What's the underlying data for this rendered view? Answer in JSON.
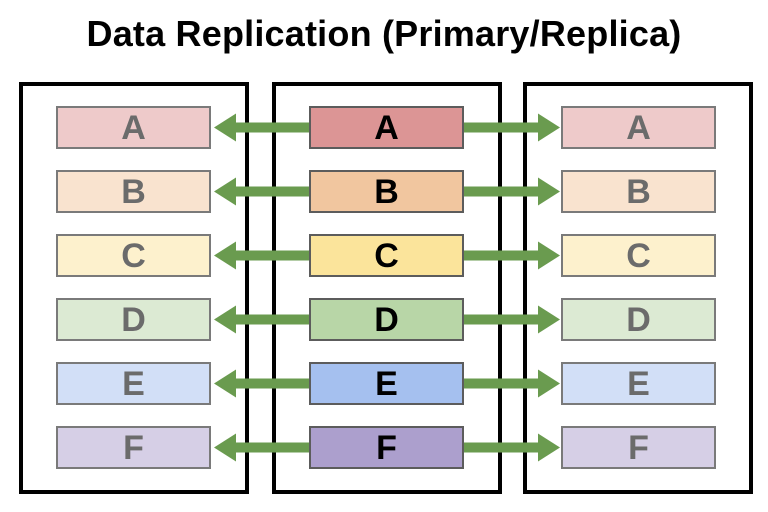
{
  "title": "Data Replication (Primary/Replica)",
  "arrow_color": "#6a9b4f",
  "rows": [
    {
      "label": "A",
      "primary_color": "#dc9595",
      "replica_color": "#eecaca"
    },
    {
      "label": "B",
      "primary_color": "#f1c69f",
      "replica_color": "#f9e3cf"
    },
    {
      "label": "C",
      "primary_color": "#fbe49b",
      "replica_color": "#fdf1cd"
    },
    {
      "label": "D",
      "primary_color": "#b8d6a7",
      "replica_color": "#dcead3"
    },
    {
      "label": "E",
      "primary_color": "#a5c0ef",
      "replica_color": "#d2dff7"
    },
    {
      "label": "F",
      "primary_color": "#ac9fcd",
      "replica_color": "#d6cfe6"
    }
  ]
}
